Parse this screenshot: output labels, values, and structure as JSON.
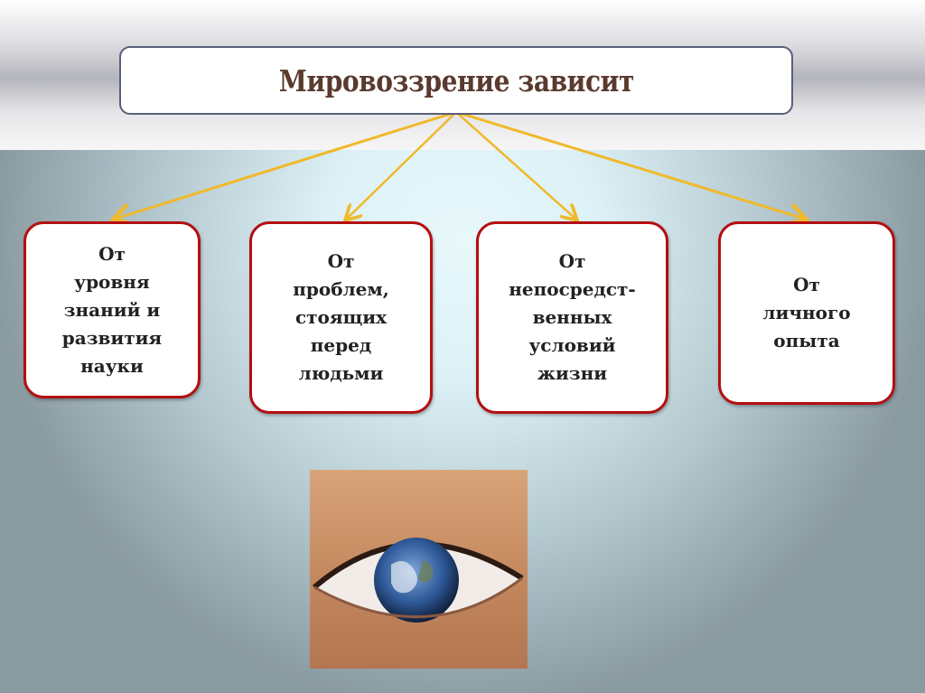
{
  "title": "Мировоззрение зависит",
  "boxes": [
    {
      "text": "От\nуровня\nзнаний и\nразвития\nнауки"
    },
    {
      "text": "От\nпроблем,\nстоящих\nперед\nлюдьми"
    },
    {
      "text": "От\nнепосредст-\nвенных\nусловий\nжизни"
    },
    {
      "text": "От\nличного\nопыта"
    }
  ],
  "colors": {
    "arrow": "#f0b92a",
    "box_border": "#b30f12",
    "title_text": "#5a3a2e"
  }
}
